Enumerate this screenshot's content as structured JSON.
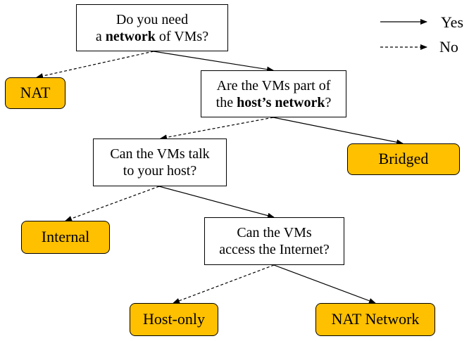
{
  "colors": {
    "answer_fill": "#FFC000",
    "stroke": "#000000"
  },
  "legend": {
    "yes_label": "Yes",
    "no_label": "No"
  },
  "questions": {
    "q1": {
      "line1": "Do you need",
      "line2_pre": "a ",
      "line2_bold": "network",
      "line2_post": " of VMs?"
    },
    "q2": {
      "line1": "Are the VMs part of",
      "line2_pre": "the ",
      "line2_bold": "host’s network",
      "line2_post": "?"
    },
    "q3": {
      "line1": "Can the VMs talk",
      "line2": "to your host?"
    },
    "q4": {
      "line1": "Can the VMs",
      "line2": "access the Internet?"
    }
  },
  "answers": {
    "nat": "NAT",
    "bridged": "Bridged",
    "internal": "Internal",
    "host_only": "Host-only",
    "nat_network": "NAT Network"
  },
  "edges": [
    {
      "from": "q1",
      "to": "nat",
      "type": "no"
    },
    {
      "from": "q1",
      "to": "q2",
      "type": "yes"
    },
    {
      "from": "q2",
      "to": "q3",
      "type": "no"
    },
    {
      "from": "q2",
      "to": "bridged",
      "type": "yes"
    },
    {
      "from": "q3",
      "to": "internal",
      "type": "no"
    },
    {
      "from": "q3",
      "to": "q4",
      "type": "yes"
    },
    {
      "from": "q4",
      "to": "host_only",
      "type": "no"
    },
    {
      "from": "q4",
      "to": "nat_network",
      "type": "yes"
    }
  ]
}
